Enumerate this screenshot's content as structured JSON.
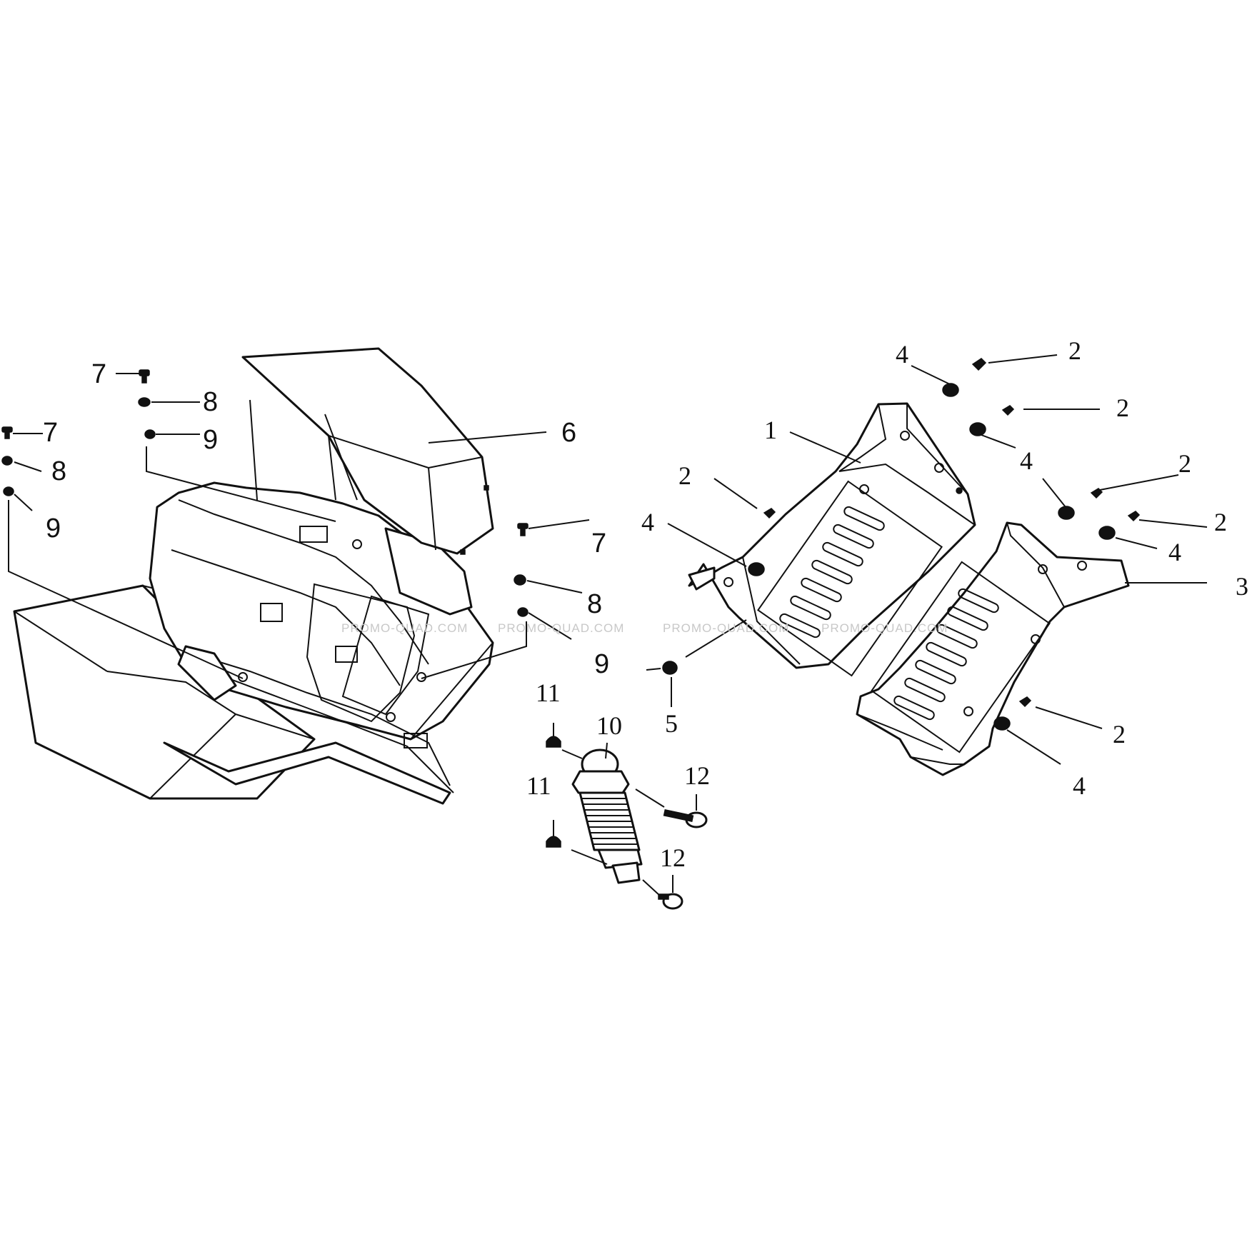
{
  "callouts": {
    "c1": "1",
    "c2": "2",
    "c3": "3",
    "c4": "4",
    "c5": "5",
    "c6": "6",
    "c7": "7",
    "c8": "8",
    "c9": "9",
    "c10": "10",
    "c11": "11",
    "c12": "12"
  },
  "watermark": "PROMO-QUAD.COM"
}
